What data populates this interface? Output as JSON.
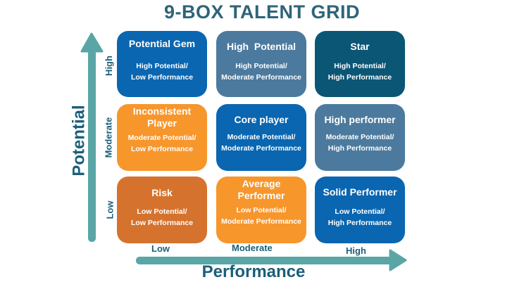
{
  "title": "9-BOX TALENT GRID",
  "y_axis": {
    "title": "Potential",
    "levels": [
      "Low",
      "Moderate",
      "High"
    ],
    "arrow_color": "#5aa6a6"
  },
  "x_axis": {
    "title": "Performance",
    "levels": [
      "Low",
      "Moderate",
      "High"
    ],
    "arrow_color": "#5aa6a6"
  },
  "grid": [
    {
      "row": "High",
      "col": "Low",
      "name": "Potential Gem",
      "desc1": "High Potential/",
      "desc2": "Low Performance",
      "color": "#0a66b0"
    },
    {
      "row": "High",
      "col": "Moderate",
      "name": "High  Potential",
      "desc1": "High Potential/",
      "desc2": "Moderate Performance",
      "color": "#4c7a9e"
    },
    {
      "row": "High",
      "col": "High",
      "name": "Star",
      "desc1": "High Potential/",
      "desc2": "High Performance",
      "color": "#0b5675"
    },
    {
      "row": "Moderate",
      "col": "Low",
      "name": "Inconsistent Player",
      "desc1": "Moderate Potential/",
      "desc2": "Low Performance",
      "color": "#f7962b"
    },
    {
      "row": "Moderate",
      "col": "Moderate",
      "name": "Core player",
      "desc1": "Moderate Potential/",
      "desc2": "Moderate Performance",
      "color": "#0a66b0"
    },
    {
      "row": "Moderate",
      "col": "High",
      "name": "High performer",
      "desc1": "Moderate Potential/",
      "desc2": "High Performance",
      "color": "#4c7a9e"
    },
    {
      "row": "Low",
      "col": "Low",
      "name": "Risk",
      "desc1": "Low Potential/",
      "desc2": "Low Performance",
      "color": "#d5732e"
    },
    {
      "row": "Low",
      "col": "Moderate",
      "name": "Average Performer",
      "desc1": "Low Potential/",
      "desc2": "Moderate Performance",
      "color": "#f7962b"
    },
    {
      "row": "Low",
      "col": "High",
      "name": "Solid Performer",
      "desc1": "Low Potential/",
      "desc2": "High Performance",
      "color": "#0a66b0"
    }
  ],
  "colors": {
    "title": "#2e6478",
    "axis_text": "#1a5f7a"
  }
}
